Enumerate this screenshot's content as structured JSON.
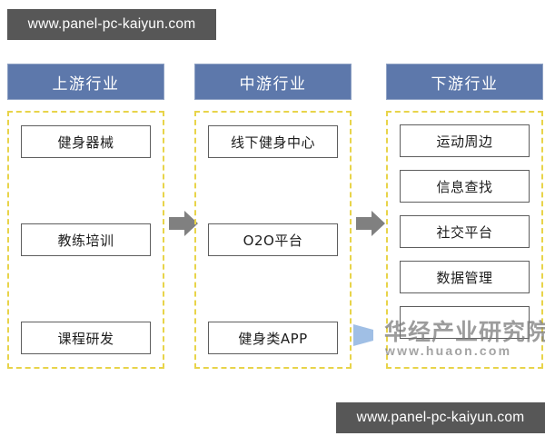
{
  "watermarks": {
    "top_url": "www.panel-pc-kaiyun.com",
    "bottom_url": "www.panel-pc-kaiyun.com",
    "huaon_cn": "华经产业研究院",
    "huaon_url": "www.huaon.com"
  },
  "colors": {
    "header_blue": "#5d78ab",
    "dashed_yellow": "#e8d44a",
    "node_border": "#5e5e5e",
    "arrow_gray": "#808080",
    "watermark_bar": "#575757",
    "logo_blue": "#8fb4e0"
  },
  "columns": [
    {
      "header": "上游行业",
      "layout": "spread",
      "nodes": [
        "健身器械",
        "教练培训",
        "课程研发"
      ]
    },
    {
      "header": "中游行业",
      "layout": "spread",
      "nodes": [
        "线下健身中心",
        "O2O平台",
        "健身类APP"
      ]
    },
    {
      "header": "下游行业",
      "layout": "stack",
      "nodes": [
        "运动周边",
        "信息查找",
        "社交平台",
        "数据管理",
        "华经产业研究院"
      ]
    }
  ],
  "arrows": [
    {
      "direction": "right",
      "from": "上游行业",
      "to": "中游行业"
    },
    {
      "direction": "right",
      "from": "中游行业",
      "to": "下游行业"
    }
  ]
}
